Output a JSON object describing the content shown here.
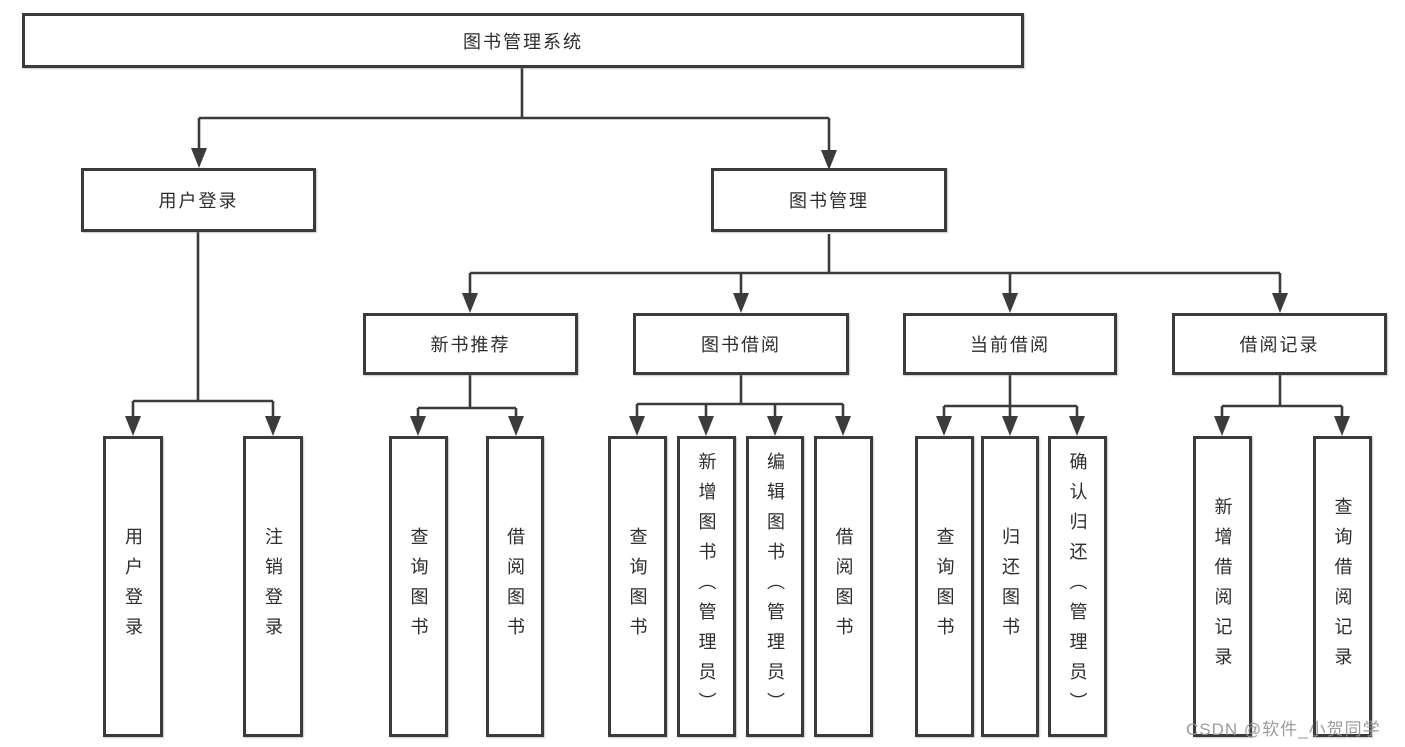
{
  "diagram": {
    "root": "图书管理系统",
    "branches": {
      "user_login": {
        "label": "用户登录",
        "children": [
          "用户登录",
          "注销登录"
        ]
      },
      "book_mgmt": {
        "label": "图书管理",
        "children": {
          "new_books": {
            "label": "新书推荐",
            "children": [
              "查询图书",
              "借阅图书"
            ]
          },
          "borrowing": {
            "label": "图书借阅",
            "children": [
              "查询图书",
              "新增图书（管理员）",
              "编辑图书（管理员）",
              "借阅图书"
            ]
          },
          "current": {
            "label": "当前借阅",
            "children": [
              "查询图书",
              "归还图书",
              "确认归还（管理员）"
            ]
          },
          "records": {
            "label": "借阅记录",
            "children": [
              "新增借阅记录",
              "查询借阅记录"
            ]
          }
        }
      }
    }
  },
  "watermark": "CSDN @软件_小贺同学",
  "colors": {
    "line": "#3b3b3b",
    "text": "#2d2d2d",
    "watermark": "#949494",
    "background": "#ffffff"
  }
}
